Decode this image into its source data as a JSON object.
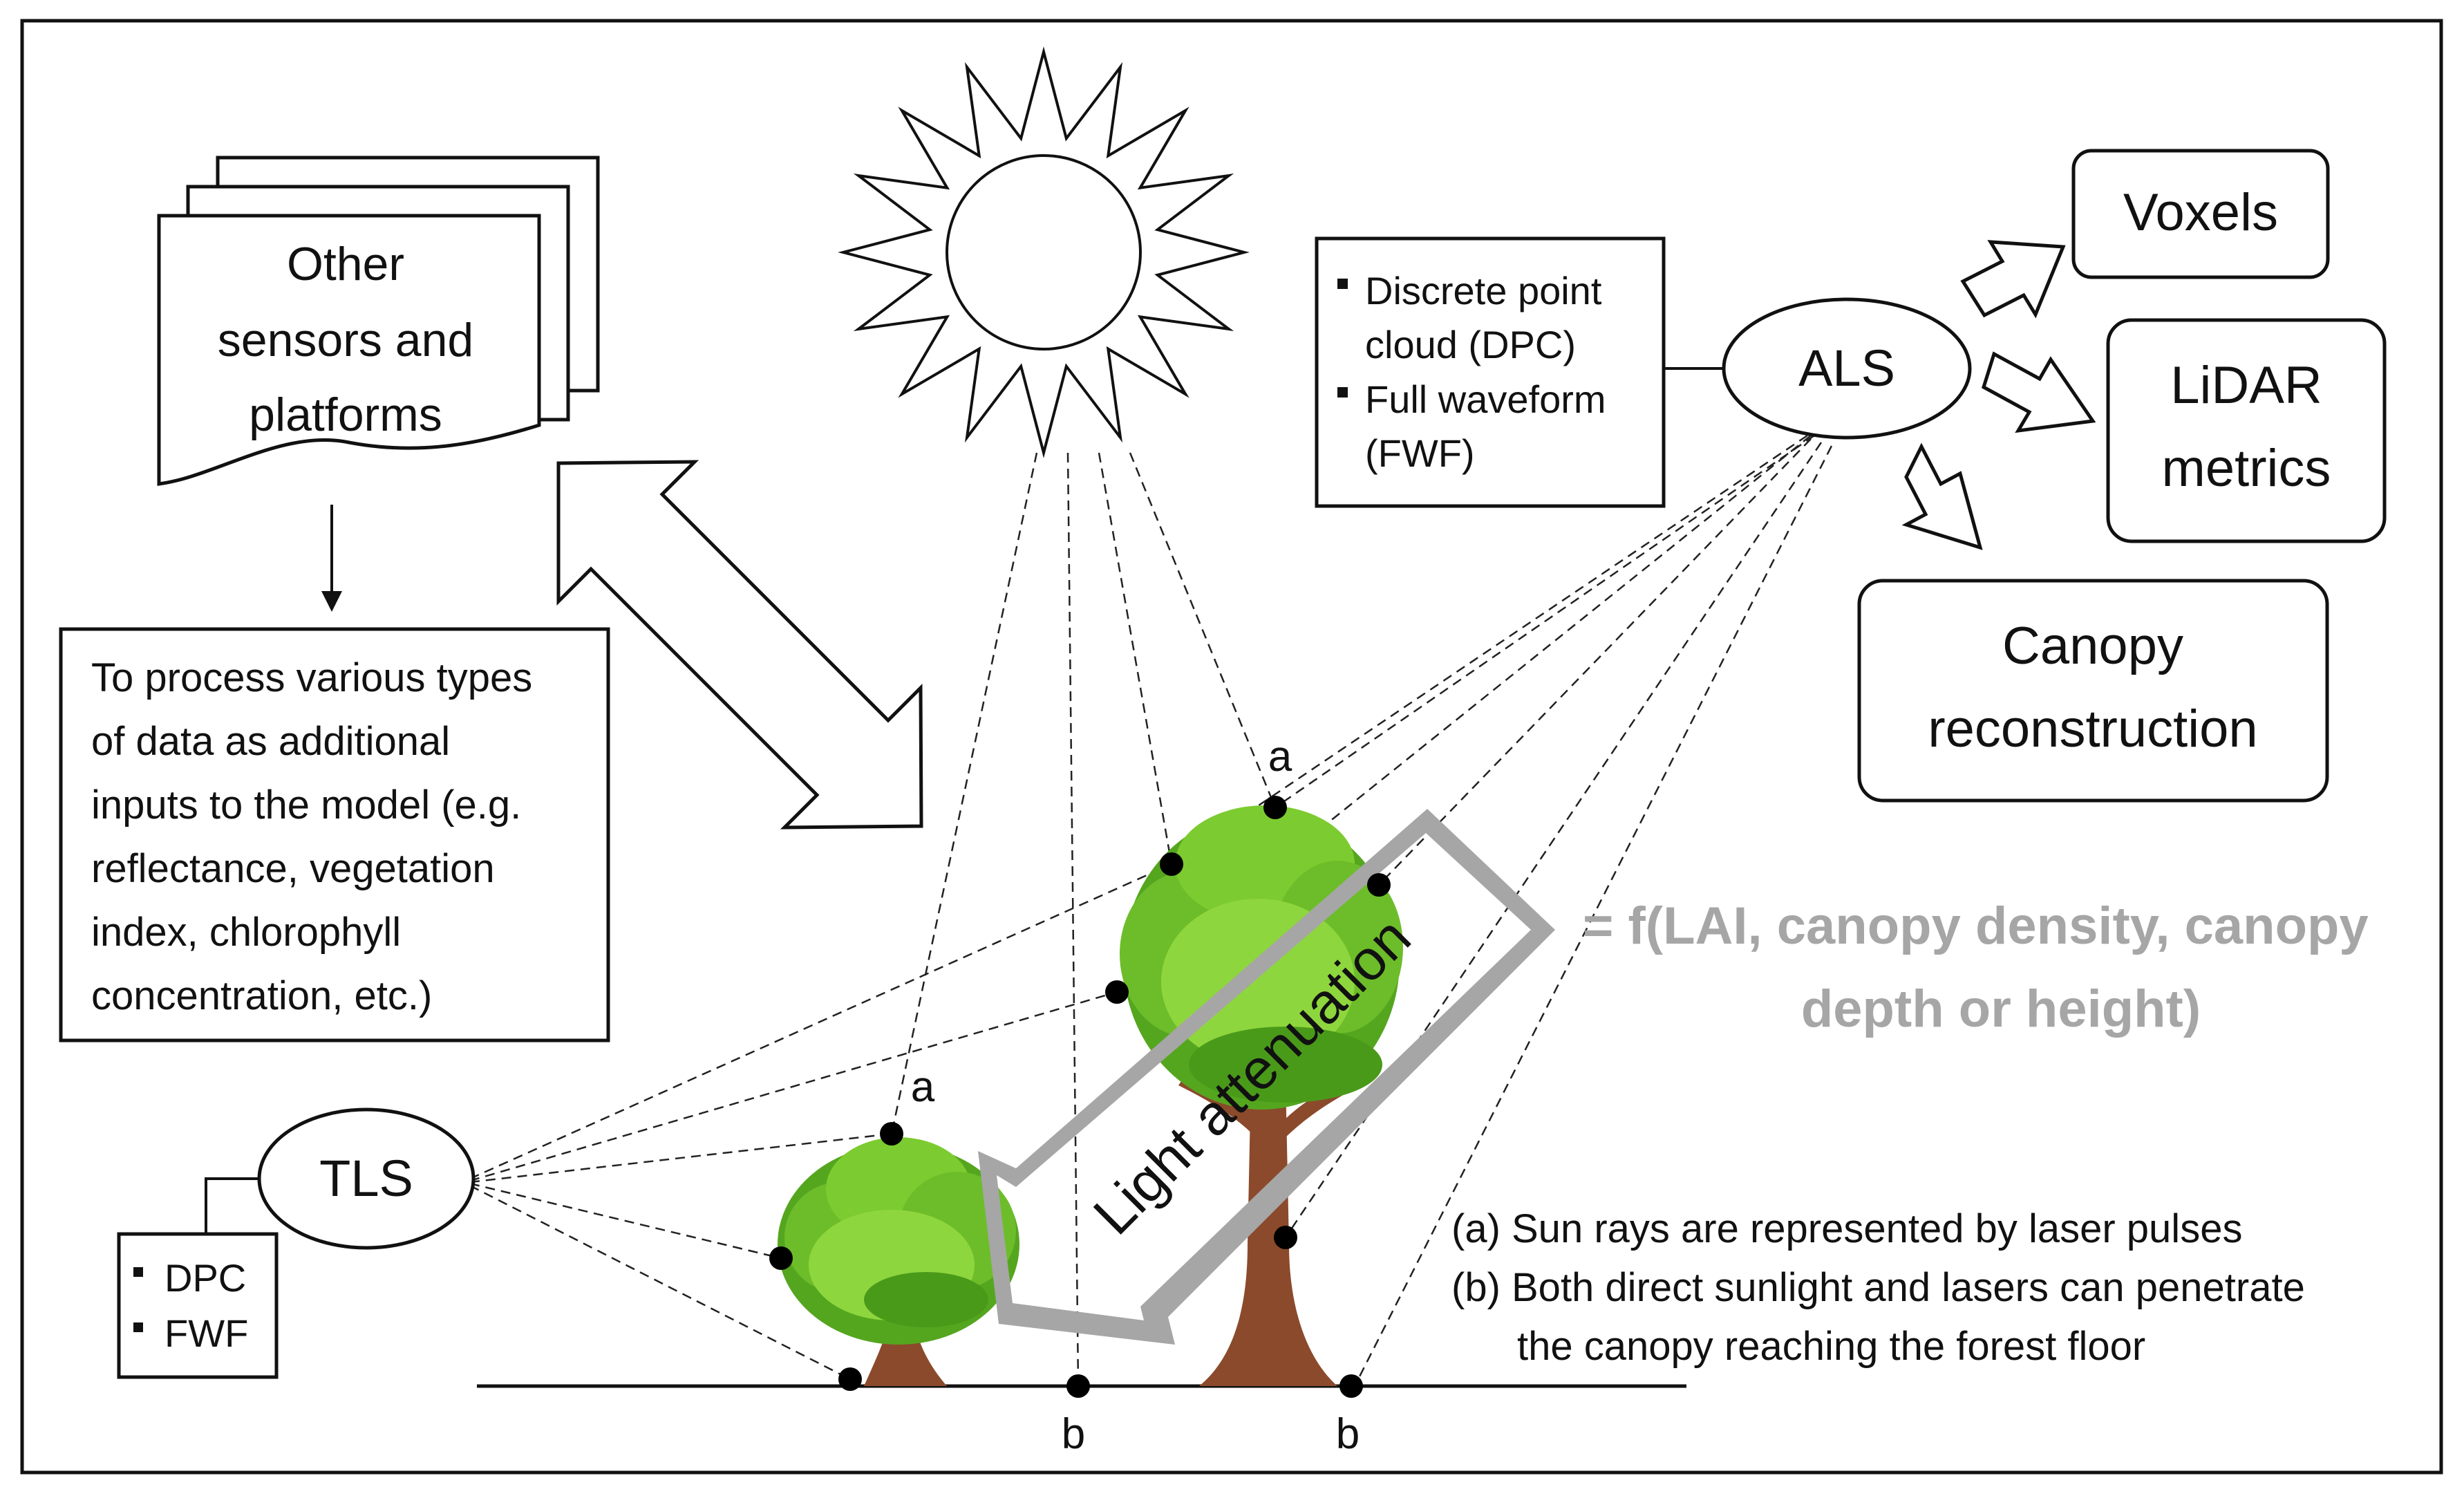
{
  "figure": {
    "other_sensors": [
      "Other",
      "sensors and",
      "platforms"
    ],
    "process_note": [
      "To process various types",
      "of data as additional",
      "inputs to the model (e.g.",
      "reflectance, vegetation",
      "index, chlorophyll",
      "concentration, etc.)"
    ],
    "als": {
      "label": "ALS",
      "data_types": [
        [
          "Discrete point",
          "cloud (DPC)"
        ],
        [
          "Full waveform",
          "(FWF)"
        ]
      ]
    },
    "tls": {
      "label": "TLS",
      "data_types": [
        "DPC",
        "FWF"
      ]
    },
    "outputs": {
      "voxels": "Voxels",
      "lidar_metrics": [
        "LiDAR",
        "metrics"
      ],
      "canopy_reconstruction": [
        "Canopy",
        "reconstruction"
      ]
    },
    "light_attenuation": "Light attenuation",
    "formula": [
      "= f(LAI, canopy density, canopy",
      "depth or height)"
    ],
    "point_labels": {
      "a": "a",
      "b": "b"
    },
    "notes": [
      "(a) Sun rays are represented by laser pulses",
      "(b) Both direct sunlight and lasers can penetrate",
      "the canopy reaching the forest floor"
    ]
  }
}
